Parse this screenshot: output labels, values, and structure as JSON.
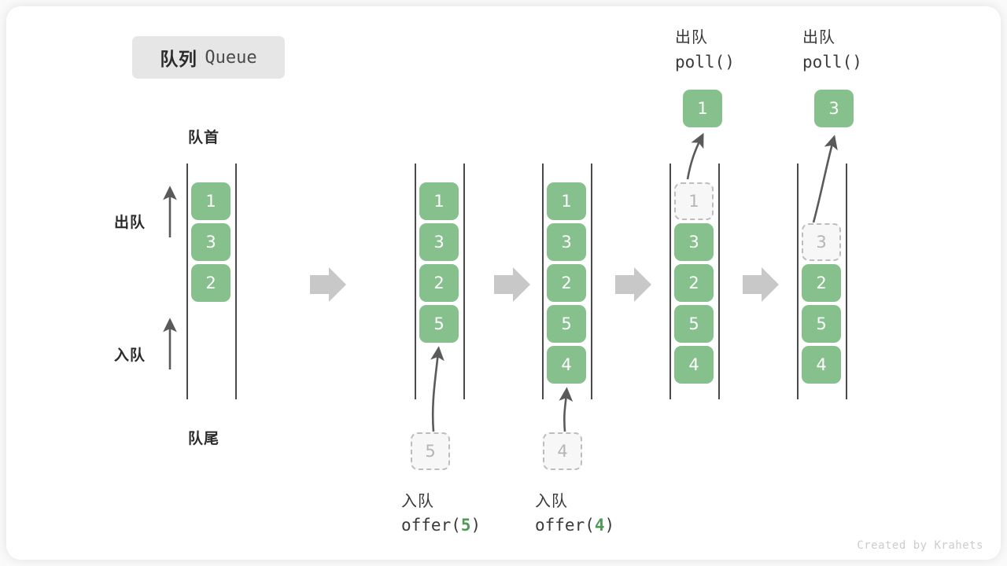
{
  "title": {
    "cn": "队列",
    "en": "Queue"
  },
  "labels": {
    "front": "队首",
    "rear": "队尾",
    "dequeue": "出队",
    "enqueue": "入队"
  },
  "watermark": "Created by Krahets",
  "colors": {
    "element_green": "#86c08c",
    "ghost_fill": "#f7f7f7",
    "ghost_border": "#bdbdbd",
    "rail": "#4a4a4a",
    "step_arrow": "#c8c8c8",
    "badge_bg": "#e6e6e6",
    "text_dark": "#2b2b2b",
    "watermark": "#cccccc"
  },
  "columns": [
    {
      "id": "state-initial",
      "slots": [
        {
          "value": "1",
          "state": "filled"
        },
        {
          "value": "3",
          "state": "filled"
        },
        {
          "value": "2",
          "state": "filled"
        }
      ]
    },
    {
      "id": "state-after-offer-5",
      "slots": [
        {
          "value": "1",
          "state": "filled"
        },
        {
          "value": "3",
          "state": "filled"
        },
        {
          "value": "2",
          "state": "filled"
        },
        {
          "value": "5",
          "state": "filled"
        }
      ],
      "incoming": {
        "value": "5",
        "state": "ghost"
      },
      "op_label_cn": "入队",
      "op_label_code_prefix": "offer(",
      "op_label_code_arg": "5",
      "op_label_code_suffix": ")"
    },
    {
      "id": "state-after-offer-4",
      "slots": [
        {
          "value": "1",
          "state": "filled"
        },
        {
          "value": "3",
          "state": "filled"
        },
        {
          "value": "2",
          "state": "filled"
        },
        {
          "value": "5",
          "state": "filled"
        },
        {
          "value": "4",
          "state": "filled"
        }
      ],
      "incoming": {
        "value": "4",
        "state": "ghost"
      },
      "op_label_cn": "入队",
      "op_label_code_prefix": "offer(",
      "op_label_code_arg": "4",
      "op_label_code_suffix": ")"
    },
    {
      "id": "state-after-poll-1",
      "slots": [
        {
          "value": "1",
          "state": "ghost"
        },
        {
          "value": "3",
          "state": "filled"
        },
        {
          "value": "2",
          "state": "filled"
        },
        {
          "value": "5",
          "state": "filled"
        },
        {
          "value": "4",
          "state": "filled"
        }
      ],
      "popped": {
        "value": "1"
      },
      "op_label_cn": "出队",
      "op_label_code": "poll()"
    },
    {
      "id": "state-after-poll-3",
      "slots": [
        {
          "value": "",
          "state": "empty"
        },
        {
          "value": "3",
          "state": "ghost"
        },
        {
          "value": "2",
          "state": "filled"
        },
        {
          "value": "5",
          "state": "filled"
        },
        {
          "value": "4",
          "state": "filled"
        }
      ],
      "popped": {
        "value": "3"
      },
      "op_label_cn": "出队",
      "op_label_code": "poll()"
    }
  ]
}
